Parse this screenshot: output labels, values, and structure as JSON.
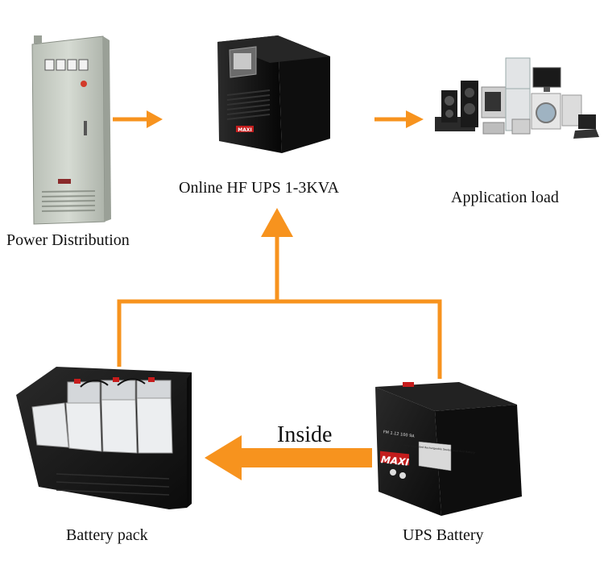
{
  "labels": {
    "power_distribution": "Power Distribution",
    "ups": "Online HF UPS 1-3KVA",
    "application_load": "Application load",
    "inside": "Inside",
    "battery_pack": "Battery pack",
    "ups_battery": "UPS Battery"
  },
  "branding": {
    "ups_front_logo": "MAXI",
    "battery_logo": "MAXI",
    "battery_model": "FM 1.12 100 9A",
    "battery_sub": "Valve Regulated Rechargeable Sealed Lead-Acid Battery"
  },
  "colors": {
    "arrow": "#f7931e",
    "cabinet": "#c9cec6",
    "ups_body": "#1a1a1a",
    "battery_red": "#cc1f1f"
  },
  "icons": {
    "cabinet": "power-distribution-cabinet-icon",
    "ups": "ups-tower-icon",
    "appliances": "home-appliances-icon",
    "battery_pack": "battery-pack-icon",
    "ups_battery": "ups-battery-icon"
  }
}
